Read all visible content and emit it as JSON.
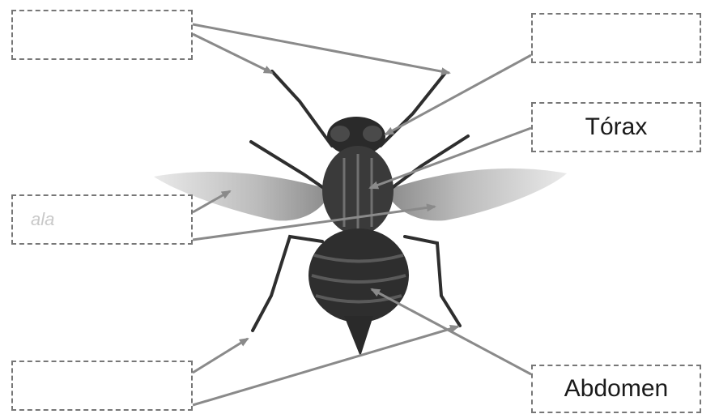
{
  "diagram": {
    "labels": {
      "antena": "",
      "ojo": "",
      "torax": "Tórax",
      "ala": "",
      "ala_faint_handwriting": "ala",
      "pata": "",
      "abdomen": "Abdomen"
    }
  },
  "colors": {
    "arrow": "#8a8a8a",
    "box_border": "#777777",
    "body_dark": "#2e2e2e",
    "wing": "#b8b8b8"
  }
}
